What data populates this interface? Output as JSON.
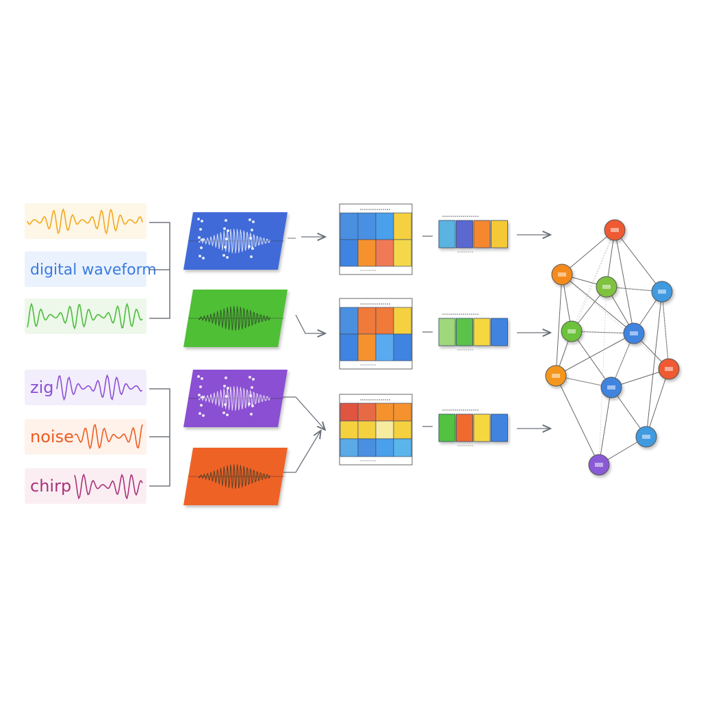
{
  "inputs": [
    {
      "label": "",
      "color": "#f2a81d",
      "bg": "#fef6e6"
    },
    {
      "label": "digital waveform",
      "color": "#3a7be0",
      "bg": "#eaf2fd"
    },
    {
      "label": "",
      "color": "#4cbb3c",
      "bg": "#edf8ea"
    },
    {
      "label": "zig",
      "color": "#8a4fd6",
      "bg": "#f3eefb"
    },
    {
      "label": "noise",
      "color": "#ef5a20",
      "bg": "#fef2ea"
    },
    {
      "label": "chirp",
      "color": "#a8317a",
      "bg": "#fbeef2"
    }
  ],
  "panels": [
    {
      "color": "#3f6ad8"
    },
    {
      "color": "#4fbf36"
    },
    {
      "color": "#8a4fd2"
    },
    {
      "color": "#ef6225"
    }
  ],
  "grids": [
    [
      [
        "#4a8fe0",
        "#4a90e2",
        "#4aa0ea",
        "#f5d140"
      ],
      [
        "#3f84e0",
        "#f5922e",
        "#ef7a55",
        "#f5d84a"
      ]
    ],
    [
      [
        "#4a8fe0",
        "#ef7a3a",
        "#ef7a3a",
        "#f5d140"
      ],
      [
        "#3f84e0",
        "#f5922e",
        "#5aaaf0",
        "#3f84e0"
      ]
    ],
    [
      [
        "#e05540",
        "#e86a45",
        "#f5922e",
        "#f5922e"
      ],
      [
        "#f5d140",
        "#f5d140",
        "#f7eba0",
        "#f5d140"
      ],
      [
        "#5aaae8",
        "#4a8fe0",
        "#4aa0ea",
        "#5ab5ea"
      ]
    ]
  ],
  "vectors": [
    [
      "#5ab3e0",
      "#5a68d0",
      "#f5872e",
      "#f5c838"
    ],
    [
      "#9ed87a",
      "#5cc24a",
      "#f5d840",
      "#3f84e0"
    ],
    [
      "#52c23f",
      "#ef6a2e",
      "#f5d840",
      "#3f84e0"
    ]
  ],
  "network": {
    "nodes": [
      {
        "color": "#ef5a30"
      },
      {
        "color": "#f58a1e"
      },
      {
        "color": "#7ec23e"
      },
      {
        "color": "#3f9ae0"
      },
      {
        "color": "#6cc23a"
      },
      {
        "color": "#3f84e0"
      },
      {
        "color": "#f5961e"
      },
      {
        "color": "#ef5a30"
      },
      {
        "color": "#3f84e0"
      },
      {
        "color": "#3f9ae0"
      },
      {
        "color": "#8a5ad6"
      }
    ],
    "edges": [
      [
        0,
        1
      ],
      [
        0,
        2
      ],
      [
        0,
        3
      ],
      [
        0,
        5
      ],
      [
        1,
        2
      ],
      [
        1,
        4
      ],
      [
        1,
        6
      ],
      [
        2,
        3
      ],
      [
        2,
        4
      ],
      [
        2,
        5
      ],
      [
        3,
        5
      ],
      [
        3,
        7
      ],
      [
        3,
        9
      ],
      [
        4,
        5
      ],
      [
        4,
        6
      ],
      [
        4,
        8
      ],
      [
        5,
        7
      ],
      [
        5,
        8
      ],
      [
        5,
        6
      ],
      [
        6,
        8
      ],
      [
        6,
        10
      ],
      [
        7,
        8
      ],
      [
        7,
        9
      ],
      [
        8,
        9
      ],
      [
        8,
        10
      ],
      [
        9,
        10
      ],
      [
        1,
        5
      ]
    ]
  },
  "colors": {
    "connector": "#555a66",
    "arrow": "#6a6f7a"
  }
}
